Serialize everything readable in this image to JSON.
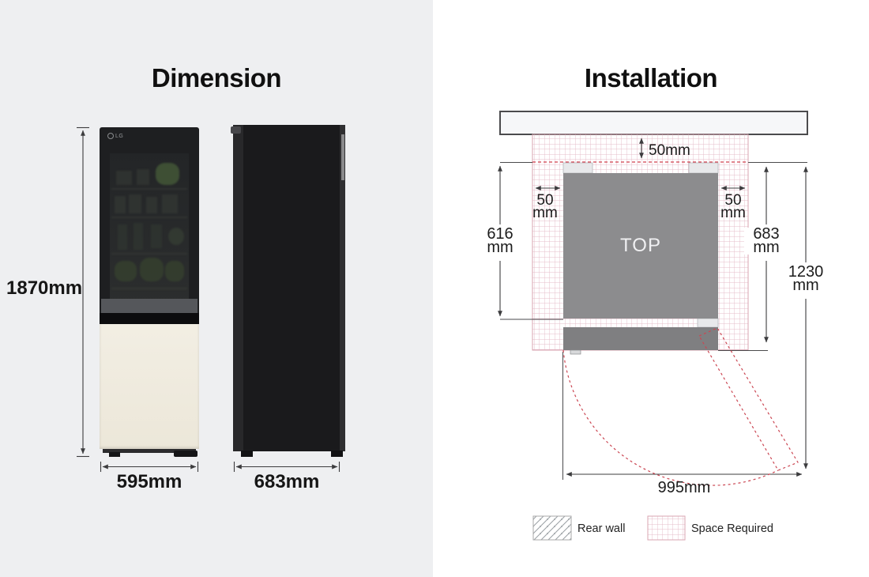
{
  "dimension_panel": {
    "title": "Dimension",
    "fridge_logo": "LG",
    "height_label": "1870mm",
    "width_label": "595mm",
    "depth_label": "683mm"
  },
  "installation_panel": {
    "title": "Installation",
    "top_view_label": "TOP",
    "rear_clearance_label": "50mm",
    "left_clearance": {
      "value": "50",
      "unit": "mm"
    },
    "right_clearance": {
      "value": "50",
      "unit": "mm"
    },
    "cabinet_depth": {
      "value": "616",
      "unit": "mm"
    },
    "total_depth": {
      "value": "683",
      "unit": "mm"
    },
    "depth_with_clearance": {
      "value": "1230",
      "unit": "mm"
    },
    "door_open_width_label": "995mm",
    "legend": {
      "rear_wall": "Rear wall",
      "space_required": "Space Required"
    }
  },
  "colors": {
    "left_panel_bg": "#eeeff1",
    "dashed_red": "#d0424e",
    "hatch_pink": "#e5bcc8",
    "wall_fill": "#f6f7f9",
    "top_view_gray": "#8c8c8e",
    "door_gray": "#7f7f81",
    "beige_door": "#f0ebdf",
    "dimension_line": "#3c3c3e"
  }
}
